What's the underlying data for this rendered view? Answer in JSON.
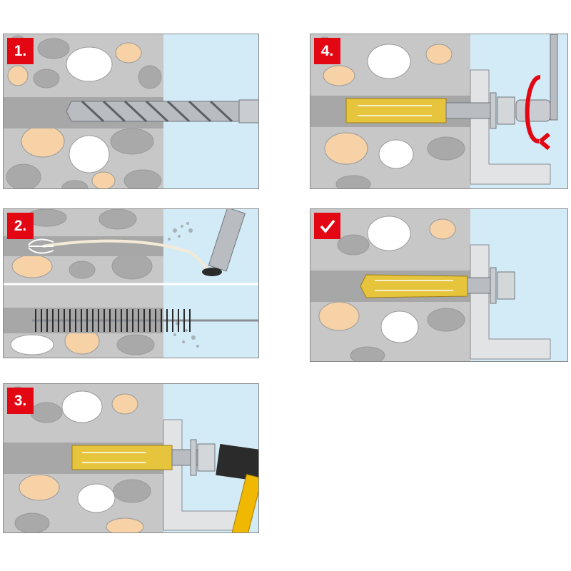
{
  "steps": [
    {
      "label": "1."
    },
    {
      "label": "2."
    },
    {
      "label": "3."
    },
    {
      "label": "4."
    }
  ],
  "final_badge_icon": "checkmark-icon",
  "colors": {
    "badge": "#e30613",
    "concrete": "#c7c7c7",
    "stone_white": "#ffffff",
    "stone_peach": "#f6d2a6",
    "stone_gray": "#a9a9a9",
    "air": "#d3ebf7",
    "hole": "#a7a7a7",
    "anchor_yellow": "#e6c53d",
    "steel": "#b9bdc2",
    "fixture": "#e1e3e5",
    "hammer_handle": "#f0b800"
  }
}
